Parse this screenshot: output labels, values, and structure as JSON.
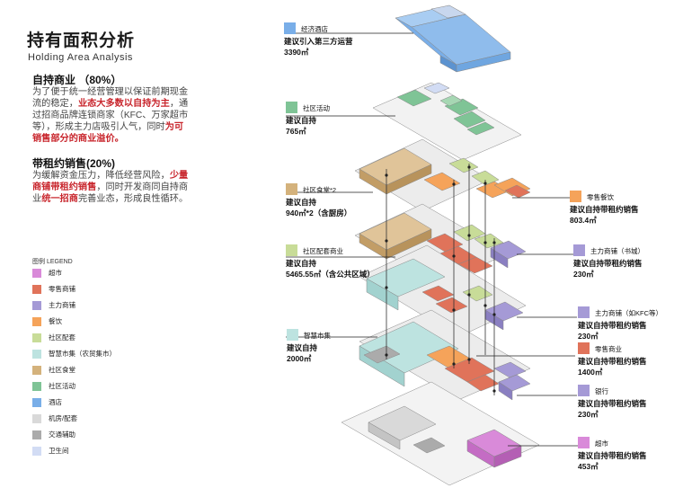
{
  "header": {
    "title": "持有面积分析",
    "subtitle": "Holding Area Analysis"
  },
  "sections": {
    "self_held": {
      "heading": "自持商业 （80%）",
      "lines": [
        [
          {
            "t": "为了便于统一经营管理以保证前期现金",
            "h": false
          }
        ],
        [
          {
            "t": "流的稳定，",
            "h": false
          },
          {
            "t": "业态大多数以自持为主",
            "h": true
          },
          {
            "t": "，通",
            "h": false
          }
        ],
        [
          {
            "t": "过招商品牌连锁商家（KFC、万家超市",
            "h": false
          }
        ],
        [
          {
            "t": "等），形成主力店吸引人气，同时",
            "h": false
          },
          {
            "t": "为可",
            "h": true
          }
        ],
        [
          {
            "t": "销售部分的商业溢价。",
            "h": true
          }
        ]
      ]
    },
    "leased": {
      "heading": "带租约销售(20%)",
      "lines": [
        [
          {
            "t": "为缓解资金压力，降低经营风险，",
            "h": false
          },
          {
            "t": "少量",
            "h": true
          }
        ],
        [
          {
            "t": "商铺带租约销售",
            "h": true
          },
          {
            "t": "，同时开发商同自持商",
            "h": false
          }
        ],
        [
          {
            "t": "业",
            "h": false
          },
          {
            "t": "统一招商",
            "h": true
          },
          {
            "t": "完善业态，形成良性循环。",
            "h": false
          }
        ]
      ]
    }
  },
  "legend": {
    "title": "图例 LEGEND",
    "items": [
      {
        "label": "超市",
        "color": "#d98ad9"
      },
      {
        "label": "零售商铺",
        "color": "#e0735a"
      },
      {
        "label": "主力商铺",
        "color": "#a59ad6"
      },
      {
        "label": "餐饮",
        "color": "#f5a35a"
      },
      {
        "label": "社区配套",
        "color": "#c8dc98"
      },
      {
        "label": "智慧市集（农贸集市）",
        "color": "#bde3e0"
      },
      {
        "label": "社区食堂",
        "color": "#d4b27c"
      },
      {
        "label": "社区活动",
        "color": "#7fc496"
      },
      {
        "label": "酒店",
        "color": "#79aee8"
      },
      {
        "label": "机房/配套",
        "color": "#d9d9d9"
      },
      {
        "label": "交通辅助",
        "color": "#ababab"
      },
      {
        "label": "卫生间",
        "color": "#d2dcf4"
      }
    ]
  },
  "labels": [
    {
      "name": "经济酒店",
      "desc": [
        "建议引入第三方运营",
        "3390㎡"
      ],
      "color": "#79aee8"
    },
    {
      "name": "社区活动",
      "desc": [
        "建议自持",
        "765㎡"
      ],
      "color": "#7fc496"
    },
    {
      "name": "社区食堂*2",
      "desc": [
        "建议自持",
        "940㎡*2（含厨房）"
      ],
      "color": "#d4b27c"
    },
    {
      "name": "零售餐饮",
      "desc": [
        "建议自持带租约销售",
        "803.4㎡"
      ],
      "color": "#f5a35a"
    },
    {
      "name": "社区配套商业",
      "desc": [
        "建议自持",
        "5465.55㎡（含公共区域）"
      ],
      "color": "#c8dc98"
    },
    {
      "name": "主力商铺（书城）",
      "desc": [
        "建议自持带租约销售",
        "230㎡"
      ],
      "color": "#a59ad6"
    },
    {
      "name": "主力商铺（如KFC等）",
      "desc": [
        "建议自持带租约销售",
        "230㎡"
      ],
      "color": "#a59ad6"
    },
    {
      "name": "智慧市集",
      "desc": [
        "建议自持",
        "2000㎡"
      ],
      "color": "#bde3e0"
    },
    {
      "name": "零售商业",
      "desc": [
        "建议自持带租约销售",
        "1400㎡"
      ],
      "color": "#e0735a"
    },
    {
      "name": "银行",
      "desc": [
        "建议自持带租约销售",
        "230㎡"
      ],
      "color": "#a59ad6"
    },
    {
      "name": "超市",
      "desc": [
        "建议自持带租约销售",
        "453㎡"
      ],
      "color": "#d98ad9"
    }
  ]
}
